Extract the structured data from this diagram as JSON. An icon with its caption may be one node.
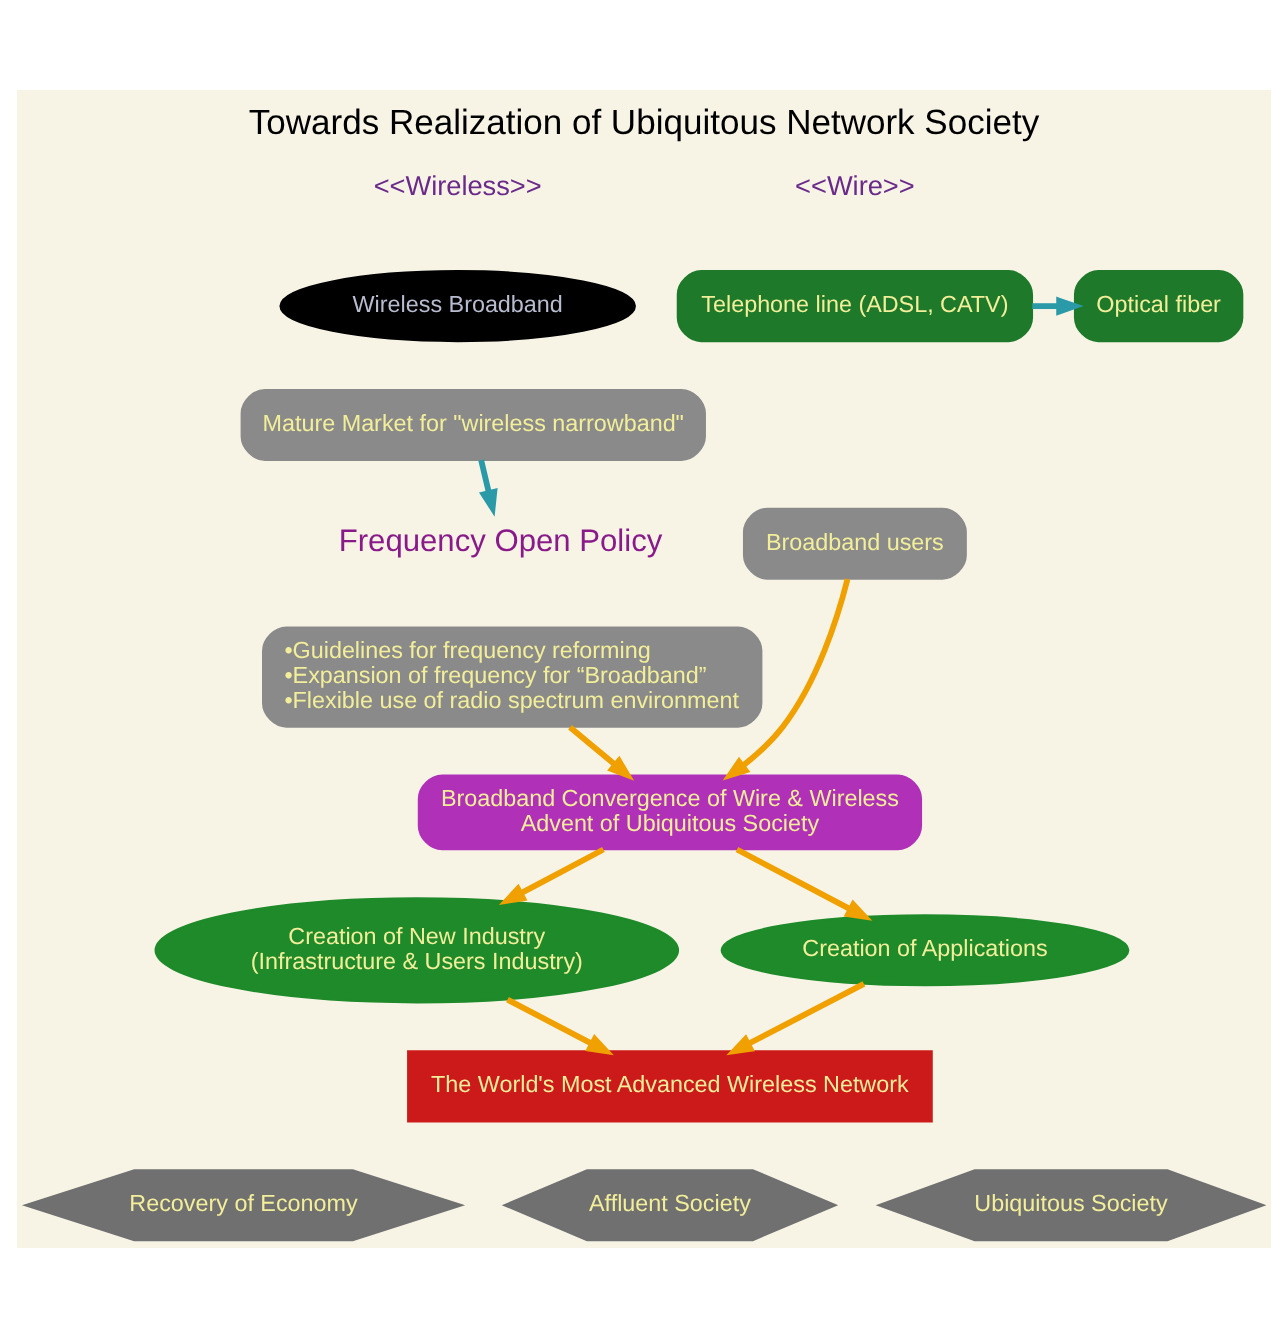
{
  "diagram": {
    "title": "Towards Realization of Ubiquitous Network Society",
    "nodes": [
      {
        "text": [
          "Telephone line (ADSL, CATV)"
        ]
      },
      {
        "text": [
          "Optical fiber"
        ]
      },
      {
        "text": [
          "Wireless Broadband"
        ]
      },
      {
        "text": [
          "Mature Market for \"wireless narrowband\""
        ]
      },
      {
        "text": [
          "Frequency Open Policy"
        ]
      },
      {
        "text": [
          "•Guidelines for frequency reforming",
          "•Expansion of frequency for “Broadband”",
          "•Flexible use of radio spectrum environment"
        ]
      },
      {
        "text": [
          "Broadband users"
        ]
      },
      {
        "text": [
          "Broadband Convergence of Wire & Wireless",
          "Advent of Ubiquitous Society"
        ]
      },
      {
        "text": [
          "Creation of New Industry",
          "(Infrastructure & Users Industry)"
        ]
      },
      {
        "text": [
          "Creation of Applications"
        ]
      },
      {
        "text": [
          "The World's Most Advanced Wireless Network"
        ]
      },
      {
        "text": [
          "Recovery of Economy"
        ]
      },
      {
        "text": [
          "Affluent Society"
        ]
      },
      {
        "text": [
          "Ubiquitous Society"
        ]
      }
    ],
    "edges": [
      {
        "from": 0,
        "to": 1,
        "arrow": "to",
        "color": "#2a9aa8"
      },
      {
        "from": 3,
        "to": 4,
        "arrow": "to",
        "color": "#2a9aa8"
      },
      {
        "from": 6,
        "to": 7,
        "arrow": "to"
      },
      {
        "from": 5,
        "to": 7,
        "arrow": "to"
      },
      {
        "from": 7,
        "to": 8,
        "arrow": "to"
      },
      {
        "from": 7,
        "to": 9,
        "arrow": "to"
      },
      {
        "from": 8,
        "to": 10,
        "arrow": "to"
      },
      {
        "from": 9,
        "to": 10,
        "arrow": "to"
      }
    ],
    "labels": [
      "<<Wire>>",
      "<<Wireless>>"
    ]
  }
}
